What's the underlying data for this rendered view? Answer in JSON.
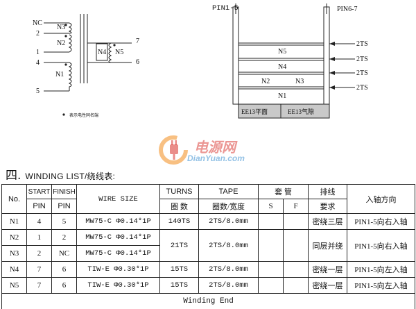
{
  "schematic": {
    "pins": {
      "nc": "NC",
      "p2": "2",
      "p1": "1",
      "p4": "4",
      "p5": "5",
      "p7": "7",
      "p6": "6"
    },
    "windings": {
      "n3": "N3",
      "n2": "N2",
      "n1": "N1",
      "n4": "N4",
      "n5": "N5"
    },
    "note": "表示电性同名端"
  },
  "structure": {
    "pin_left": "PIN1-5",
    "pin_right": "PIN6-7",
    "layers": [
      "N5",
      "N4",
      "N2",
      "N3",
      "N1"
    ],
    "tape_labels": [
      "2TS",
      "2TS",
      "2TS",
      "2TS"
    ],
    "core_left": "EE13平面",
    "core_right": "EE13气隙"
  },
  "watermark": {
    "cn": "电源网",
    "en": "DianYuan.com"
  },
  "section": {
    "number": "四.",
    "title": "WINDING LIST/绕线表:"
  },
  "table": {
    "headers": {
      "no": "No.",
      "start_top": "START",
      "start_bottom": "PIN",
      "finish_top": "FINISH",
      "finish_bottom": "PIN",
      "wire": "WIRE SIZE",
      "turns_top": "TURNS",
      "turns_bottom": "圈  数",
      "tape_top": "TAPE",
      "tape_bottom": "圈数/宽度",
      "sleeve_top": "套  管",
      "sleeve_s": "S",
      "sleeve_f": "F",
      "method_top": "排线",
      "method_bottom": "要求",
      "direction": "入轴方向"
    },
    "rows": [
      {
        "no": "N1",
        "start": "4",
        "finish": "5",
        "wire": "MW75-C  Φ0.14*1P",
        "turns": "140TS",
        "tape": "2TS/8.0mm",
        "s": "",
        "f": "",
        "method": "密绕三层",
        "direction": "PIN1-5向右入轴"
      },
      {
        "no": "N2",
        "start": "1",
        "finish": "2",
        "wire": "MW75-C  Φ0.14*1P",
        "turns": "21TS",
        "tape": "2TS/8.0mm",
        "s": "",
        "f": "",
        "method": "同层并绕",
        "direction": "PIN1-5向右入轴"
      },
      {
        "no": "N3",
        "start": "2",
        "finish": "NC",
        "wire": "MW75-C  Φ0.14*1P"
      },
      {
        "no": "N4",
        "start": "7",
        "finish": "6",
        "wire": "TIW-E  Φ0.30*1P",
        "turns": "15TS",
        "tape": "2TS/8.0mm",
        "s": "",
        "f": "",
        "method": "密绕一层",
        "direction": "PIN1-5向左入轴"
      },
      {
        "no": "N5",
        "start": "7",
        "finish": "6",
        "wire": "TIW-E  Φ0.30*1P",
        "turns": "15TS",
        "tape": "2TS/8.0mm",
        "s": "",
        "f": "",
        "method": "密绕一层",
        "direction": "PIN1-5向左入轴"
      }
    ],
    "footer": "Winding End"
  },
  "colors": {
    "line": "#222222",
    "watermark_orange": "#f28c1c",
    "watermark_red": "#d9302a",
    "watermark_blue": "#3a8fd1",
    "core_fill": "#c9c9c9"
  }
}
